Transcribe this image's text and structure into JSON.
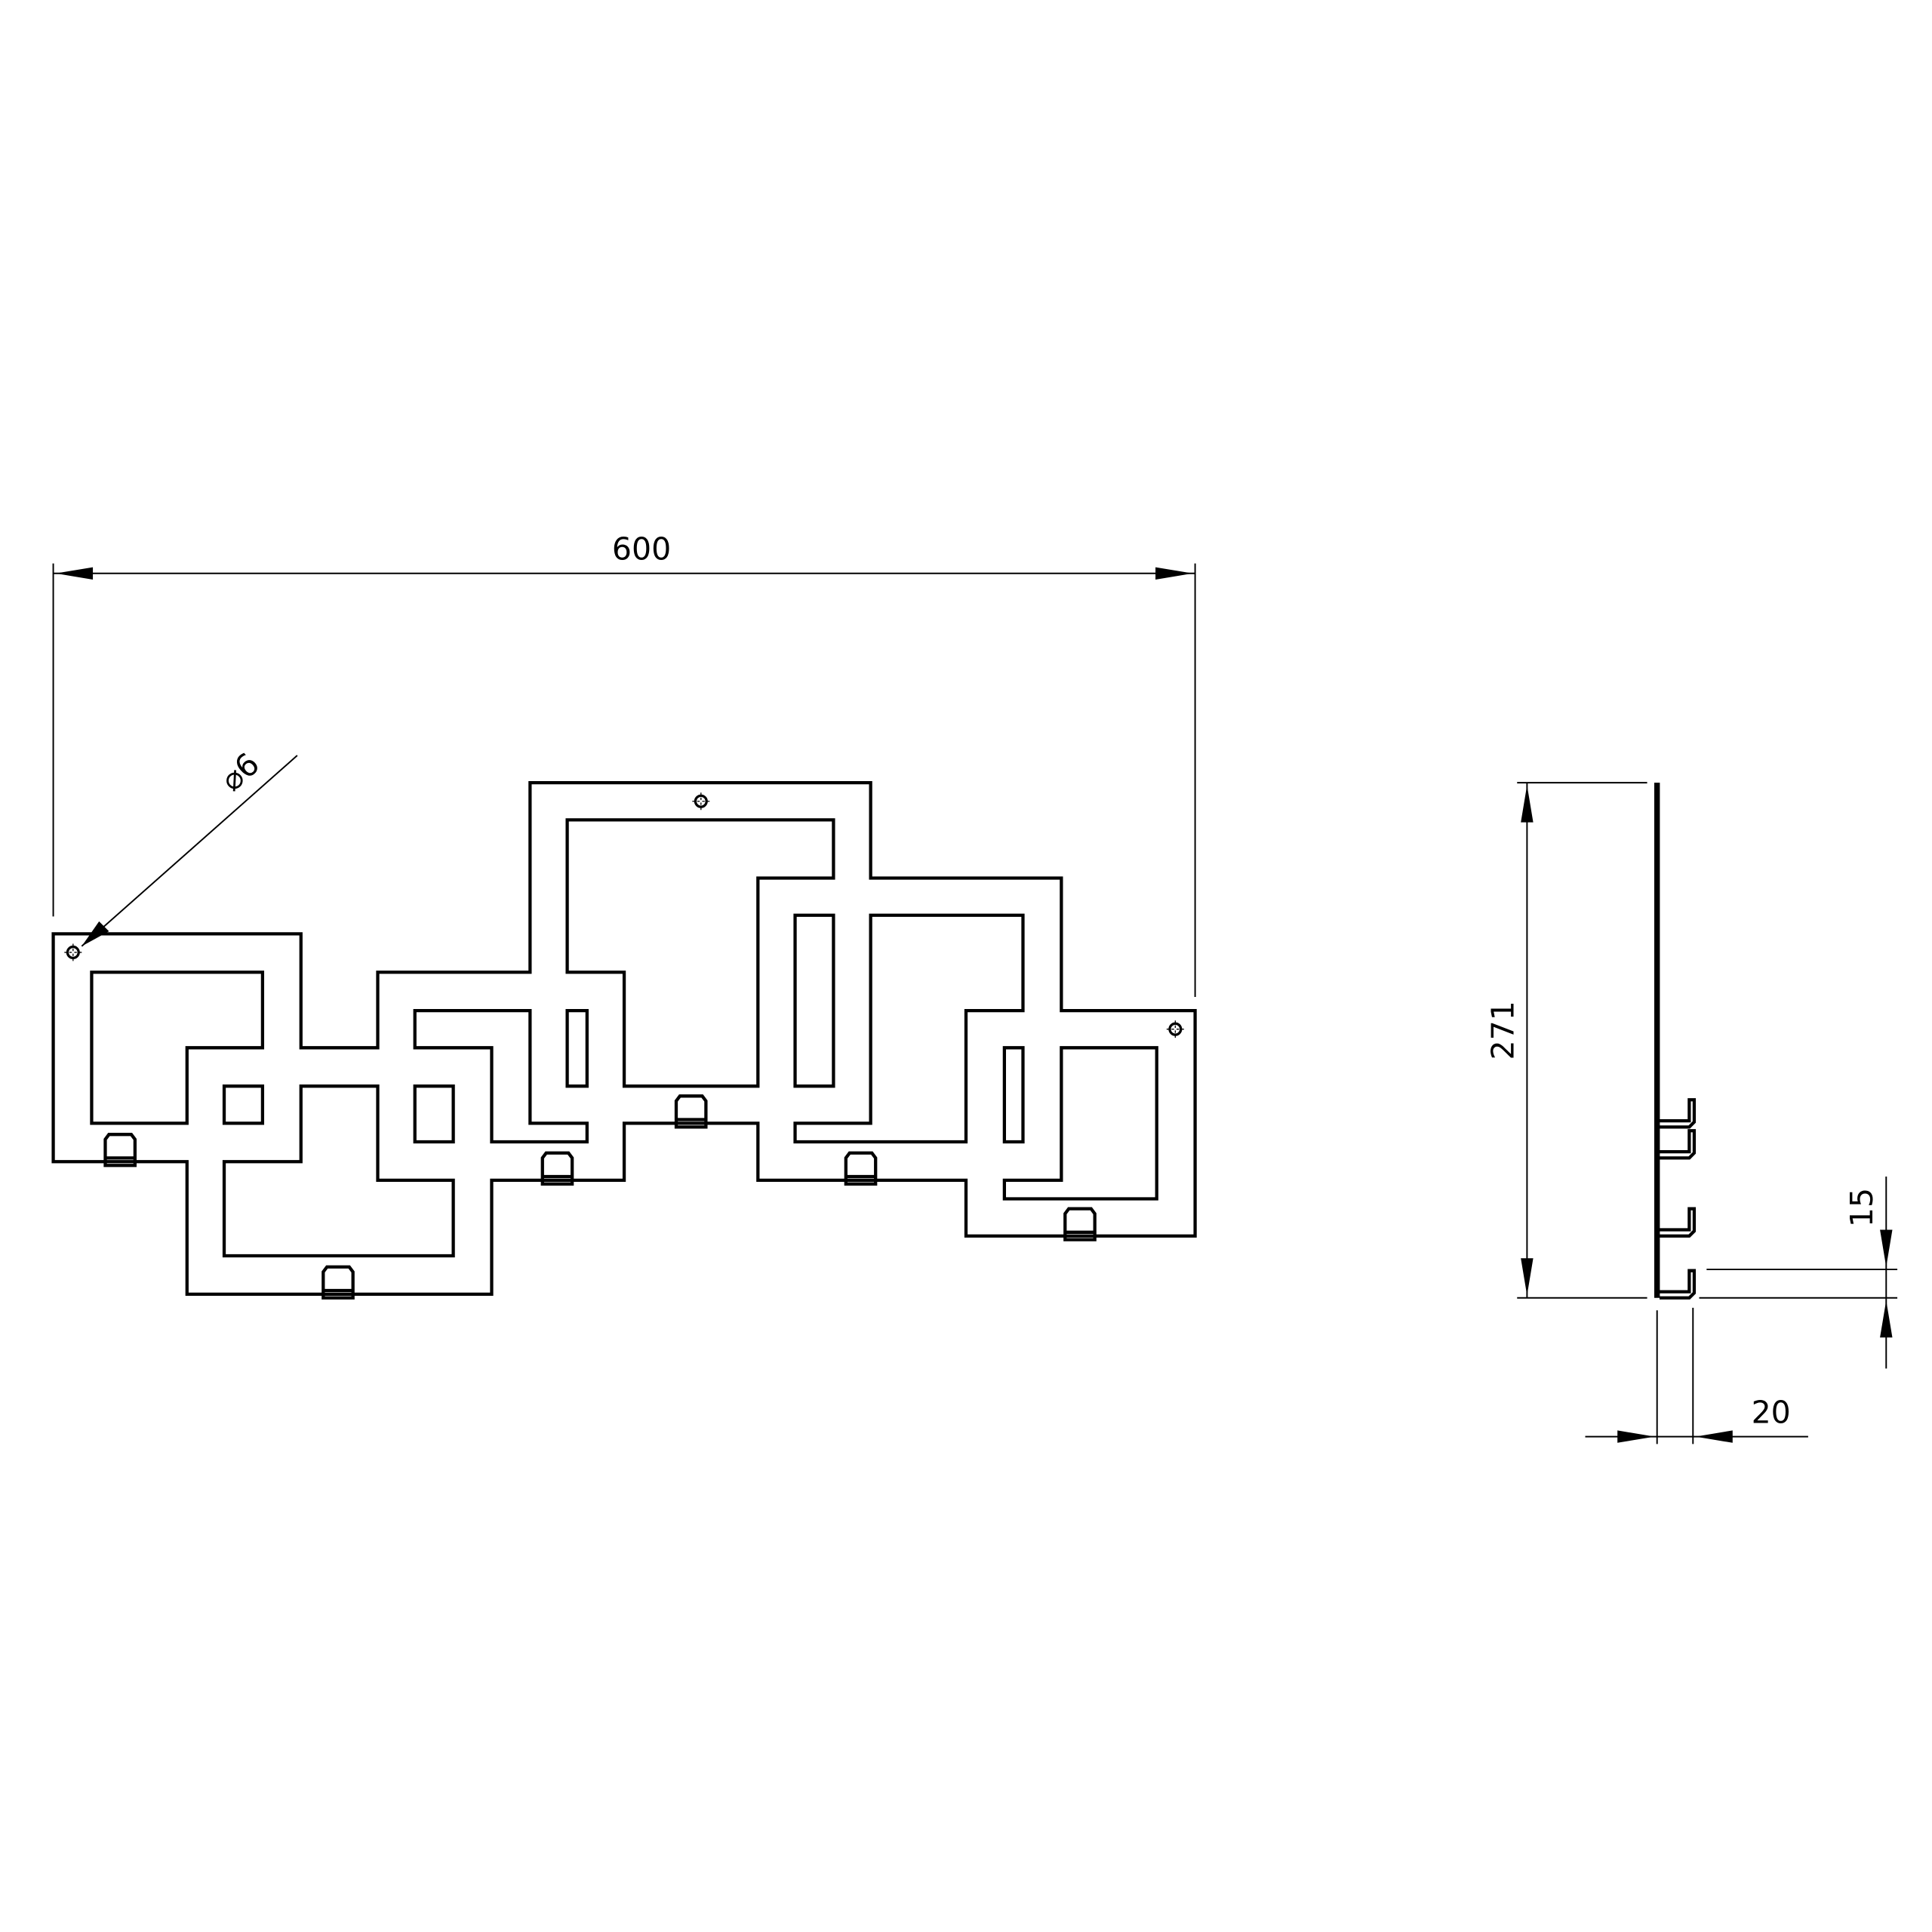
{
  "drawing": {
    "colors": {
      "line": "#000000",
      "background": "#ffffff"
    },
    "front_view": {
      "width_dimension": "600",
      "hole_diameter_dimension": "⌀6",
      "mounting_holes": 3,
      "hooks": 6
    },
    "side_view": {
      "height_dimension": "271",
      "hook_height_dimension": "15",
      "hook_depth_dimension": "20"
    }
  }
}
